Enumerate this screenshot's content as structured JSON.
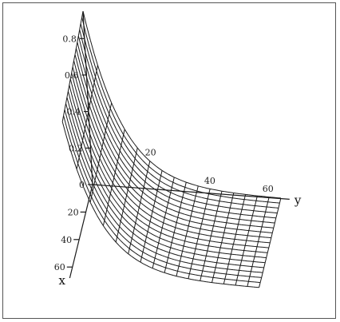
{
  "chart_data": {
    "type": "surface",
    "description_of_plot": "",
    "z_axis": {
      "ticks": [
        "0.8",
        "0.6",
        "0.4",
        "0.2",
        "0"
      ],
      "range": [
        0,
        0.95
      ]
    },
    "x_axis": {
      "label": "x",
      "ticks": [
        "20",
        "40",
        "60"
      ],
      "range": [
        0,
        65
      ]
    },
    "y_axis": {
      "label": "y",
      "ticks": [
        "20",
        "40",
        "60"
      ],
      "range": [
        0,
        65
      ]
    },
    "z_ticks_values": [
      0.8,
      0.6,
      0.4,
      0.2,
      0
    ],
    "x_ticks_values": [
      20,
      40,
      60
    ],
    "y_ticks_values": [
      20,
      40,
      60
    ],
    "surface": {
      "peak_value": 0.95,
      "decay_along_y": 0.09,
      "decay_along_x": 0.002,
      "grid_y_steps": 16,
      "grid_x_steps": 18
    },
    "colors": {
      "mesh": "#1a1a1a",
      "background": "#ffffff"
    }
  }
}
